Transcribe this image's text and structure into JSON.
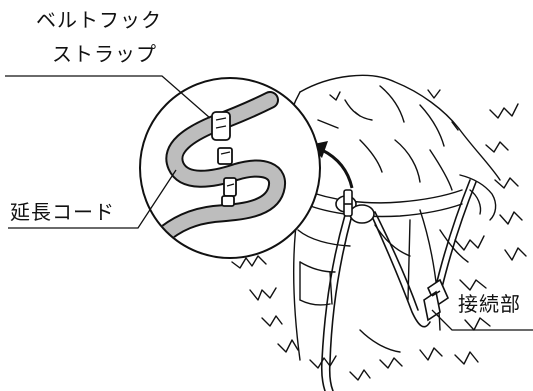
{
  "labels": {
    "belt_hook_line1": "ベルトフック",
    "belt_hook_line2": "ストラップ",
    "extension_cord": "延長コード",
    "connection": "接続部"
  },
  "colors": {
    "line": "#111111",
    "cord_fill": "#bdbdbd",
    "background": "#ffffff"
  }
}
